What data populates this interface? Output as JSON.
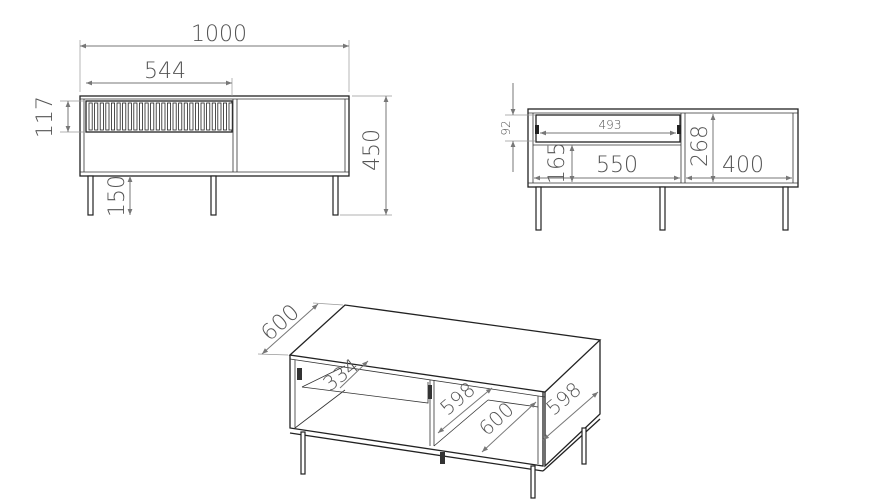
{
  "front_view": {
    "width": "1000",
    "drawer_width": "544",
    "drawer_height": "117",
    "total_height": "450",
    "leg_height": "150"
  },
  "section_view": {
    "drawer_height": "92",
    "drawer_inner_width": "493",
    "left_compartment_width": "550",
    "left_compartment_height": "165",
    "right_compartment_height": "268",
    "right_compartment_width": "400"
  },
  "iso_view": {
    "depth": "600",
    "drawer_depth": "334",
    "inner_depth": "598",
    "shelf_depth": "600",
    "side_depth": "598"
  },
  "colors": {
    "line": "#222222",
    "dimension": "#777777"
  }
}
